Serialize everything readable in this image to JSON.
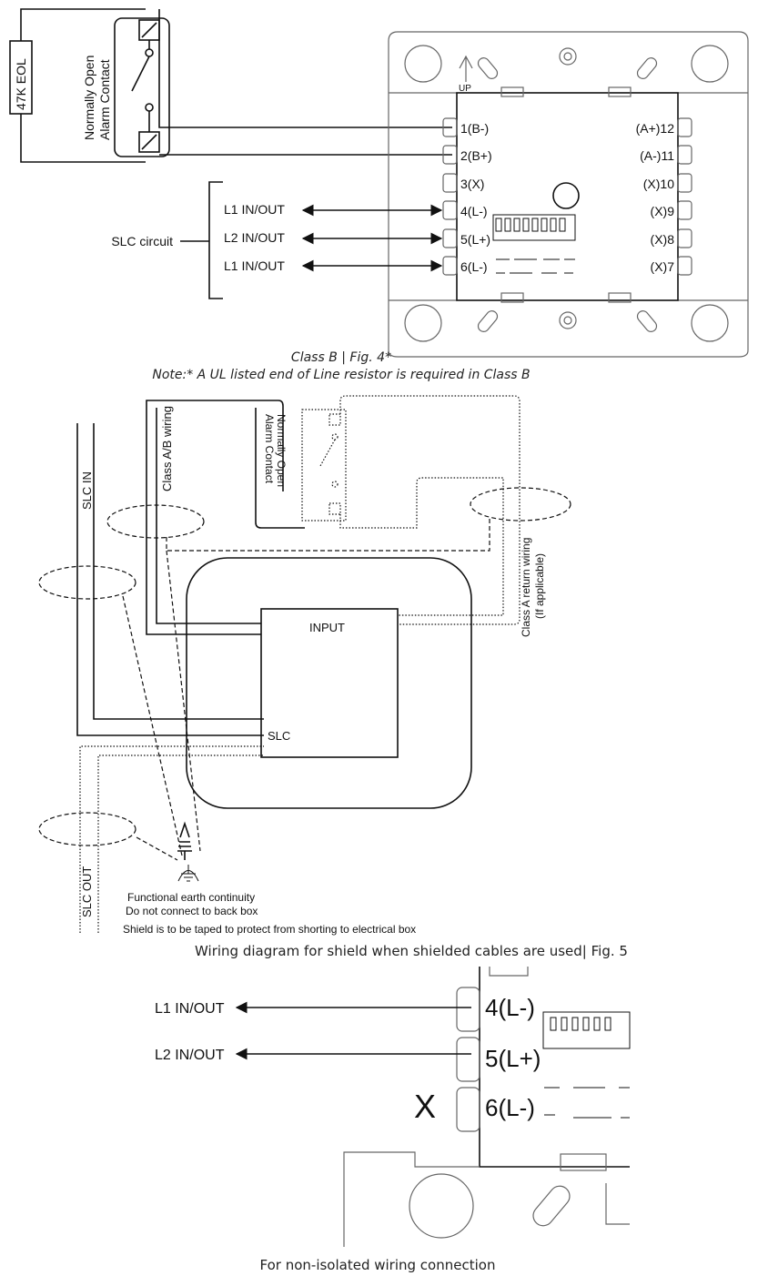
{
  "fig4": {
    "eol_label": "47K EOL",
    "contact_line1": "Normally Open",
    "contact_line2": "Alarm Contact",
    "up_label": "UP",
    "left_terminals": [
      "1(B-)",
      "2(B+)",
      "3(X)",
      "4(L-)",
      "5(L+)",
      "6(L-)"
    ],
    "right_terminals": [
      "(A+)12",
      "(A-)11",
      "(X)10",
      "(X)9",
      "(X)8",
      "(X)7"
    ],
    "slc_label": "SLC circuit",
    "slc_lines": [
      "L1 IN/OUT",
      "L2 IN/OUT",
      "L1 IN/OUT"
    ],
    "caption": "Class B | Fig. 4*",
    "note": "Note:* A UL listed end of Line resistor is required in Class B"
  },
  "fig5": {
    "class_ab_label": "Class A/B wiring",
    "contact_line1": "Normally Open",
    "contact_line2": "Alarm Contact",
    "slc_in": "SLC IN",
    "slc_out": "SLC OUT",
    "input_label": "INPUT",
    "slc_label": "SLC",
    "return_line1": "Class A return wiring",
    "return_line2": "(If applicable)",
    "earth_line1": "Functional earth continuity",
    "earth_line2": "Do not connect to back box",
    "shield_note": "Shield is to be taped to protect from shorting to electrical box",
    "caption": "Wiring diagram for shield when shielded cables are used| Fig. 5"
  },
  "fig6": {
    "lines": [
      "L1 IN/OUT",
      "L2 IN/OUT"
    ],
    "terminals": [
      "4(L-)",
      "5(L+)",
      "6(L-)"
    ],
    "x_mark": "X",
    "caption": "For non-isolated wiring connection"
  }
}
